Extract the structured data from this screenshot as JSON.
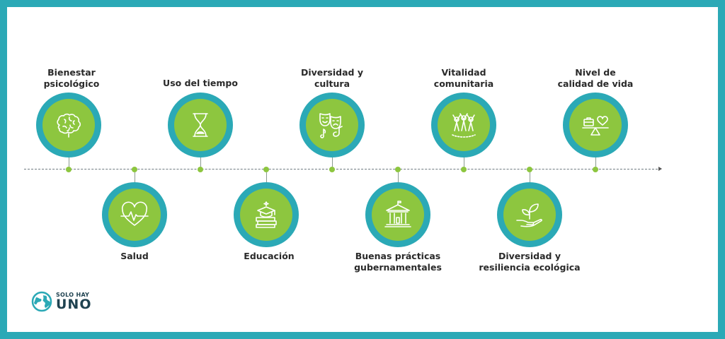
{
  "brand": {
    "line1": "SOLO HAY",
    "line2": "UNO"
  },
  "colors": {
    "frame": "#2ba9b6",
    "ring": "#2ba9b6",
    "fill": "#8dc63f",
    "dot": "#8dc63f",
    "text": "#2a2a2a"
  },
  "items": [
    {
      "label": "Bienestar\npsicológico",
      "icon": "brain-icon"
    },
    {
      "label": "Salud",
      "icon": "heart-pulse-icon"
    },
    {
      "label": "Uso del tiempo",
      "icon": "hourglass-icon"
    },
    {
      "label": "Educación",
      "icon": "books-icon"
    },
    {
      "label": "Diversidad y\ncultura",
      "icon": "theater-masks-icon"
    },
    {
      "label": "Buenas prácticas\ngubernamentales",
      "icon": "government-building-icon"
    },
    {
      "label": "Vitalidad\ncomunitaria",
      "icon": "community-icon"
    },
    {
      "label": "Diversidad y\nresiliencia ecológica",
      "icon": "plant-hand-icon"
    },
    {
      "label": "Nivel de\ncalidad de vida",
      "icon": "balance-icon"
    }
  ]
}
